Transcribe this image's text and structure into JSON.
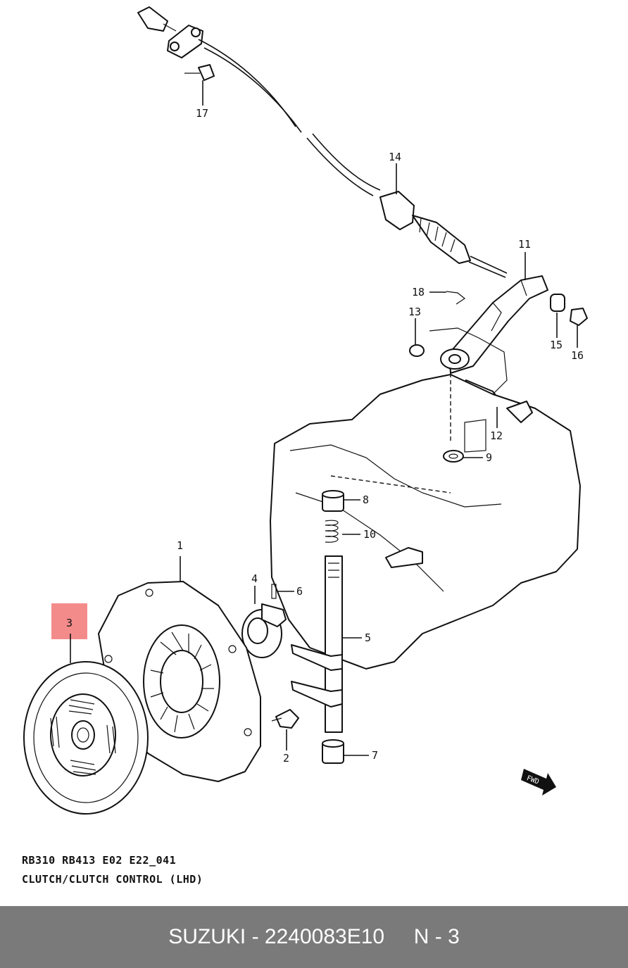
{
  "diagram": {
    "callouts": [
      "1",
      "2",
      "3",
      "4",
      "5",
      "6",
      "7",
      "8",
      "9",
      "10",
      "11",
      "12",
      "13",
      "14",
      "15",
      "16",
      "17",
      "18"
    ],
    "highlighted_part": "3",
    "fwd_label": "FWD"
  },
  "caption": {
    "codes": "RB310 RB413 E02 E22_041",
    "title": "CLUTCH/CLUTCH CONTROL (LHD)"
  },
  "footer": {
    "text": "SUZUKI - 2240083E10     N - 3"
  },
  "colors": {
    "highlight": "#f48b8b",
    "footer_bg": "#7a7a7a",
    "footer_text": "#ffffff"
  }
}
